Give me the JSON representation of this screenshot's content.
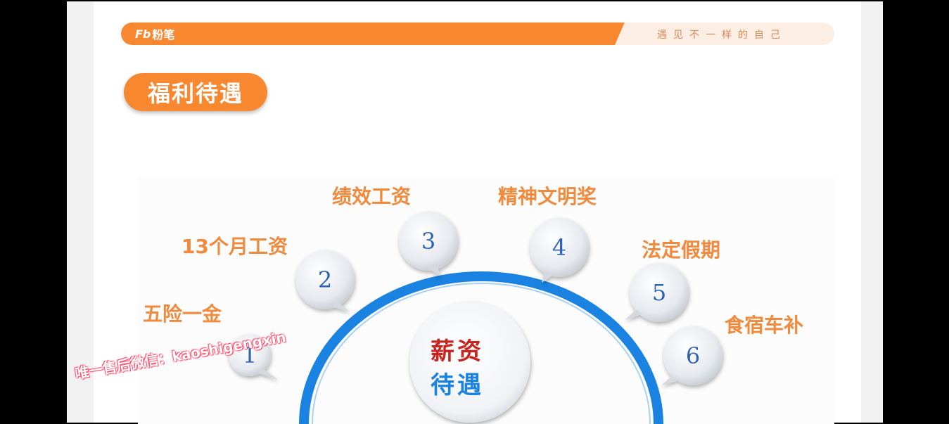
{
  "header": {
    "logo_mark": "Fb",
    "logo_text": "粉笔",
    "slogan": "遇见不一样的自己"
  },
  "slide_title": "福利待遇",
  "diagram": {
    "center_line1": "薪资",
    "center_line2": "待遇",
    "items": [
      {
        "number": "1",
        "label": "五险一金"
      },
      {
        "number": "2",
        "label": "13个月工资"
      },
      {
        "number": "3",
        "label": "绩效工资"
      },
      {
        "number": "4",
        "label": "精神文明奖"
      },
      {
        "number": "5",
        "label": "法定假期"
      },
      {
        "number": "6",
        "label": "食宿车补"
      }
    ]
  },
  "watermark": "唯一售后微信：kaoshigengxin",
  "colors": {
    "orange": "#f7882f",
    "blue_arc": "#1a82e0",
    "number_blue": "#2d62b8",
    "center_red": "#c8231e",
    "center_blue": "#1a82e0"
  }
}
